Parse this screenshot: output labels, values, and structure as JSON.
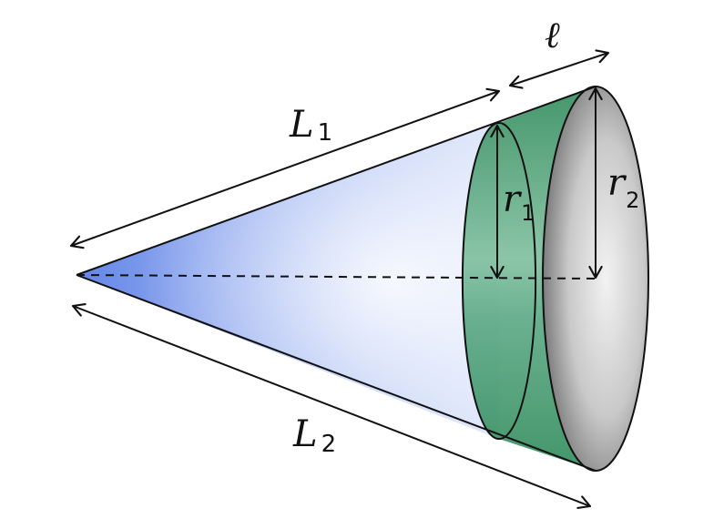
{
  "diagram": {
    "labels": {
      "L1": {
        "main": "L",
        "sub": "1"
      },
      "L2": {
        "main": "L",
        "sub": "2"
      },
      "r1": {
        "main": "r",
        "sub": "1"
      },
      "r2": {
        "main": "r",
        "sub": "2"
      },
      "l": {
        "main": "ℓ"
      }
    },
    "colors": {
      "cone_blue": "#5b7fe6",
      "band_green": "#2f8a5a",
      "end_gray": "#8a8a8a",
      "ink": "#111111"
    }
  }
}
